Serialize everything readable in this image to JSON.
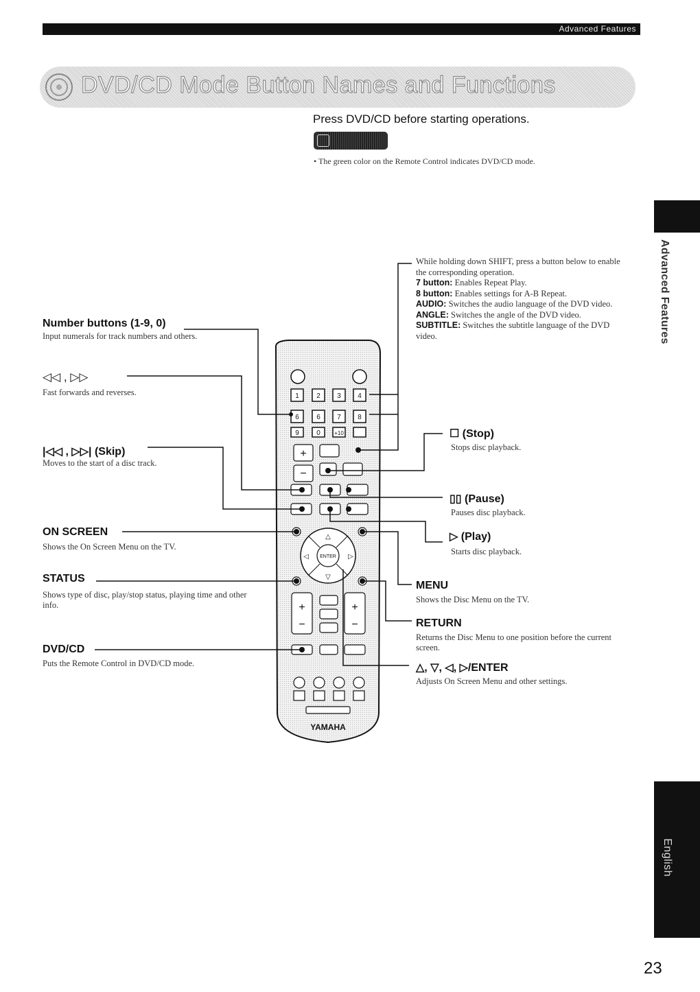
{
  "header": {
    "section": "Advanced Features"
  },
  "title": "DVD/CD Mode Button Names and Functions",
  "instruction": "Press DVD/CD before starting operations.",
  "note": "• The green color on the Remote Control indicates DVD/CD mode.",
  "side_tabs": {
    "section": "Advanced Features",
    "language": "English"
  },
  "page_number": "23",
  "shift_panel": {
    "intro": "While holding down SHIFT, press a button below to enable the corresponding operation.",
    "items": [
      {
        "label": "7 button:",
        "text": "Enables Repeat Play."
      },
      {
        "label": "8 button:",
        "text": "Enables settings for A-B Repeat."
      },
      {
        "label": "AUDIO:",
        "text": "Switches the audio language of the DVD video."
      },
      {
        "label": "ANGLE:",
        "text": "Switches the angle of the DVD video."
      },
      {
        "label": "SUBTITLE:",
        "text": "Switches the subtitle language of the DVD video."
      }
    ]
  },
  "left_callouts": {
    "number": {
      "label": "Number buttons (1-9, 0)",
      "desc": "Input numerals for track numbers and others."
    },
    "search": {
      "label": "◁◁ , ▷▷",
      "desc": "Fast forwards and reverses."
    },
    "skip": {
      "label": "|◁◁ , ▷▷| (Skip)",
      "desc": "Moves to the start of a disc track."
    },
    "onscreen": {
      "label": "ON SCREEN",
      "desc": "Shows the On Screen Menu on the TV."
    },
    "status": {
      "label": "STATUS",
      "desc": "Shows type of disc, play/stop status, playing time and other info."
    },
    "dvdcd": {
      "label": "DVD/CD",
      "desc": "Puts the Remote Control in DVD/CD mode."
    }
  },
  "right_callouts": {
    "stop": {
      "label": "☐ (Stop)",
      "desc": "Stops disc playback."
    },
    "pause": {
      "label": "▯▯ (Pause)",
      "desc": "Pauses disc playback."
    },
    "play": {
      "label": "▷ (Play)",
      "desc": "Starts disc playback."
    },
    "menu": {
      "label": "MENU",
      "desc": "Shows the Disc Menu on the TV."
    },
    "return": {
      "label": "RETURN",
      "desc": "Returns the Disc Menu to one position before the current screen."
    },
    "enter": {
      "label": "△, ▽, ◁, ▷/ENTER",
      "desc": "Adjusts On Screen Menu and other settings."
    }
  },
  "remote": {
    "brand": "YAMAHA",
    "number_keys": [
      "1",
      "2",
      "3",
      "4",
      "6",
      "6",
      "7",
      "8",
      "9",
      "0",
      "+10"
    ],
    "enter_label": "ENTER"
  },
  "colors": {
    "black": "#111111",
    "banner": "#d7d7d7",
    "remote_body": "#eeeeee"
  }
}
